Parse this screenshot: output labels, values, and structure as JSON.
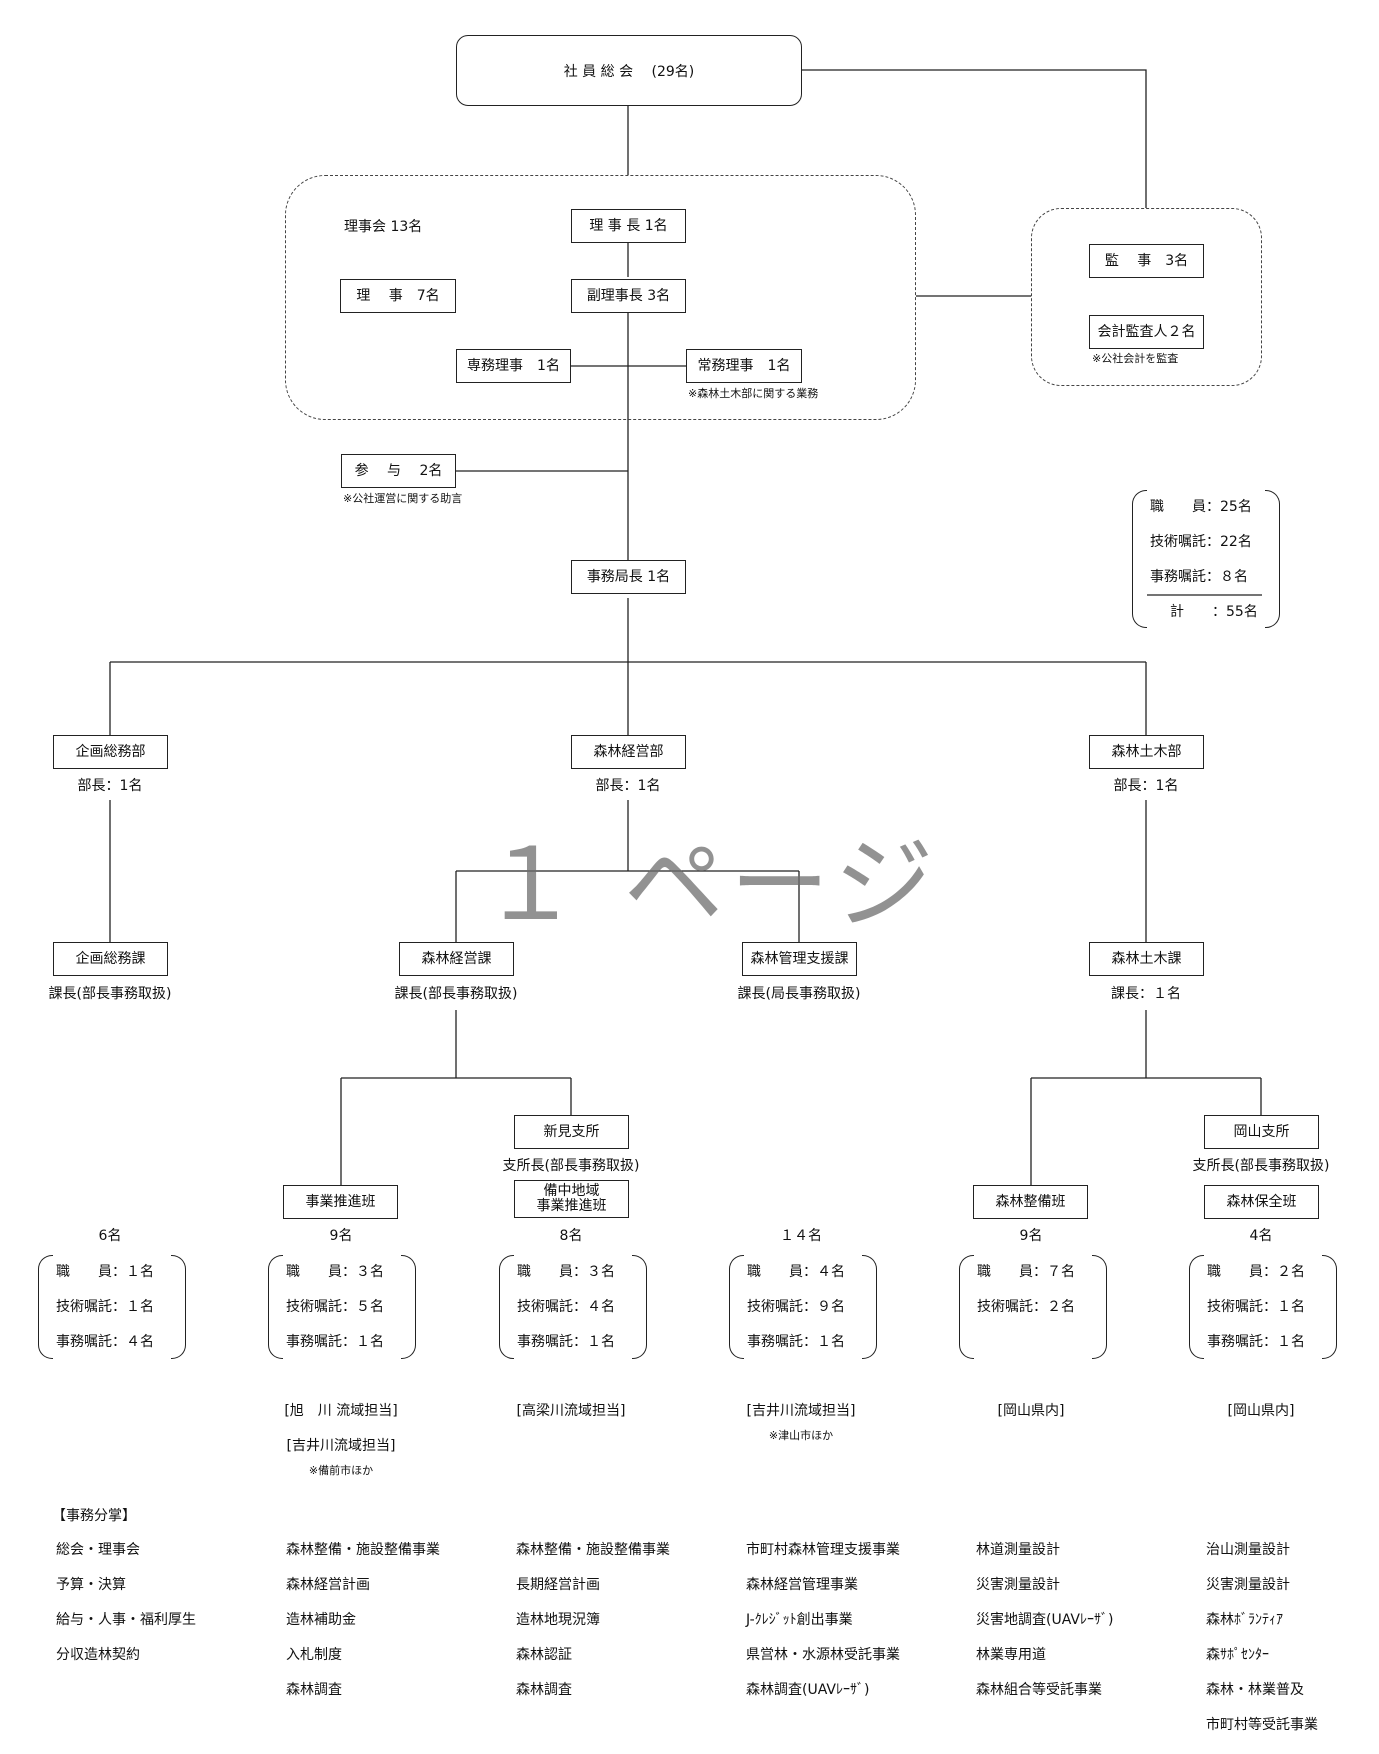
{
  "top": {
    "assembly": "社 員 総 会　 (29名)"
  },
  "board": {
    "label": "理事会 13名",
    "chairman": "理 事 長 1名",
    "directors": "理　 事　7名",
    "vice_chairman": "副理事長 3名",
    "exec_director": "専務理事　1名",
    "managing_director": "常務理事　1名",
    "managing_note": "※森林土木部に関する業務"
  },
  "audit": {
    "auditors": "監　 事　3名",
    "accountant": "会計監査人２名",
    "accountant_note": "※公社会計を監査"
  },
  "advisor": {
    "label": "参　 与　 2名",
    "note": "※公社運営に関する助言"
  },
  "secretary_general": "事務局長 1名",
  "staff_summary": {
    "rows": [
      "職　　員：25名",
      "技術嘱託：22名",
      "事務嘱託：８名",
      "計　　：55名"
    ]
  },
  "departments": {
    "planning": {
      "name": "企画総務部",
      "head": "部長：1名"
    },
    "forest_mgmt": {
      "name": "森林経営部",
      "head": "部長：1名"
    },
    "civil": {
      "name": "森林土木部",
      "head": "部長：1名"
    }
  },
  "sections": {
    "planning_sec": {
      "name": "企画総務課",
      "head": "課長(部長事務取扱)"
    },
    "forest_sec": {
      "name": "森林経営課",
      "head": "課長(部長事務取扱)"
    },
    "mgmt_support": {
      "name": "森林管理支援課",
      "head": "課長(局長事務取扱)"
    },
    "civil_sec": {
      "name": "森林土木課",
      "head": "課長：１名"
    }
  },
  "branches": {
    "niimi": {
      "name": "新見支所",
      "head": "支所長(部長事務取扱)"
    },
    "okayama": {
      "name": "岡山支所",
      "head": "支所長(部長事務取扱)"
    }
  },
  "teams": {
    "promotion": "事業推進班",
    "bitchu_line1": "備中地域",
    "bitchu_line2": "事業推進班",
    "seibi": "森林整備班",
    "hozen": "森林保全班"
  },
  "groups": [
    {
      "count": "6名",
      "rows": [
        "職　　員：１名",
        "技術嘱託：１名",
        "事務嘱託：４名"
      ]
    },
    {
      "count": "9名",
      "rows": [
        "職　　員：３名",
        "技術嘱託：５名",
        "事務嘱託：１名"
      ]
    },
    {
      "count": "8名",
      "rows": [
        "職　　員：３名",
        "技術嘱託：４名",
        "事務嘱託：１名"
      ]
    },
    {
      "count": "１４名",
      "rows": [
        "職　　員：４名",
        "技術嘱託：９名",
        "事務嘱託：１名"
      ]
    },
    {
      "count": "9名",
      "rows": [
        "職　　員：７名",
        "技術嘱託：２名",
        ""
      ]
    },
    {
      "count": "4名",
      "rows": [
        "職　　員：２名",
        "技術嘱託：１名",
        "事務嘱託：１名"
      ]
    }
  ],
  "areas": {
    "asahi": "[旭　川 流域担当]",
    "yoshii1": "[吉井川流域担当]",
    "yoshii1_note": "※備前市ほか",
    "takahashi": "[高梁川流域担当]",
    "yoshii2": "[吉井川流域担当]",
    "yoshii2_note": "※津山市ほか",
    "okayama1": "[岡山県内]",
    "okayama2": "[岡山県内]"
  },
  "duties": {
    "title": "【事務分掌】",
    "columns": [
      [
        "総会・理事会",
        "予算・決算",
        "給与・人事・福利厚生",
        "分収造林契約"
      ],
      [
        "森林整備・施設整備事業",
        "森林経営計画",
        "造林補助金",
        "入札制度",
        "森林調査"
      ],
      [
        "森林整備・施設整備事業",
        "長期経営計画",
        "造林地現況簿",
        "森林認証",
        "森林調査"
      ],
      [
        "市町村森林管理支援事業",
        "森林経営管理事業",
        "J-ｸﾚｼﾞｯﾄ創出事業",
        "県営林・水源林受託事業",
        "森林調査(UAVﾚｰｻﾞ)"
      ],
      [
        "林道測量設計",
        "災害測量設計",
        "災害地調査(UAVﾚｰｻﾞ)",
        "林業専用道",
        "森林組合等受託事業"
      ],
      [
        "治山測量設計",
        "災害測量設計",
        "森林ﾎﾞﾗﾝﾃｨｱ",
        "森ｻﾎﾟｾﾝﾀｰ",
        "森林・林業普及",
        "市町村等受託事業"
      ]
    ]
  },
  "watermark": "１ ページ"
}
